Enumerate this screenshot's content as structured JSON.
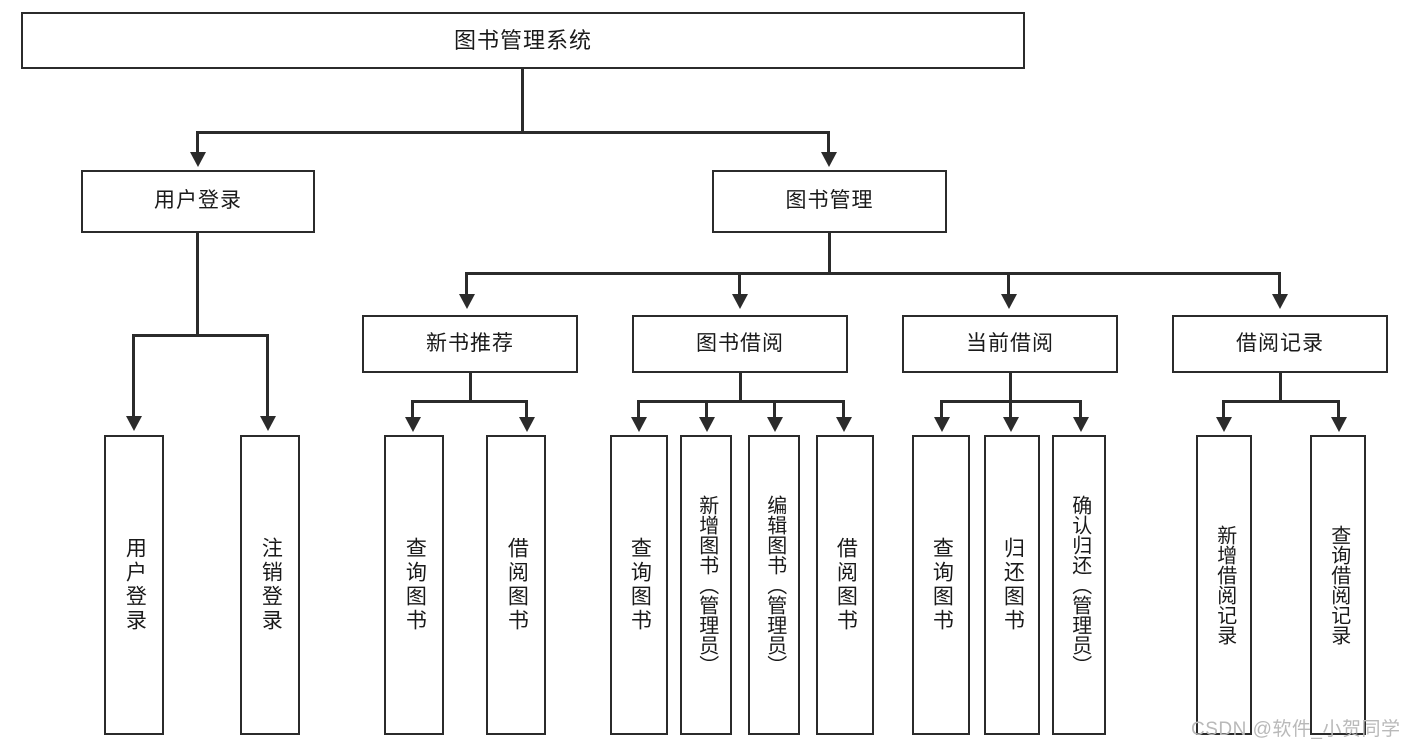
{
  "diagram": {
    "title": "图书管理系统",
    "type": "tree-hierarchy-functional-structure",
    "root": {
      "label": "图书管理系统"
    },
    "level2": [
      {
        "label": "用户登录"
      },
      {
        "label": "图书管理"
      }
    ],
    "level3": [
      {
        "label": "新书推荐"
      },
      {
        "label": "图书借阅"
      },
      {
        "label": "当前借阅"
      },
      {
        "label": "借阅记录"
      }
    ],
    "leaves": {
      "user_login": [
        {
          "label": "用户登录"
        },
        {
          "label": "注销登录"
        }
      ],
      "new_book_recommend": [
        {
          "label": "查询图书"
        },
        {
          "label": "借阅图书"
        }
      ],
      "book_borrow": [
        {
          "label": "查询图书"
        },
        {
          "label": "新增图书（管理员）"
        },
        {
          "label": "编辑图书（管理员）"
        },
        {
          "label": "借阅图书"
        }
      ],
      "current_borrow": [
        {
          "label": "查询图书"
        },
        {
          "label": "归还图书"
        },
        {
          "label": "确认归还（管理员）"
        }
      ],
      "borrow_record": [
        {
          "label": "新增借阅记录"
        },
        {
          "label": "查询借阅记录"
        }
      ]
    }
  },
  "watermark": {
    "text": "CSDN @软件_小贺同学"
  },
  "colors": {
    "stroke": "#2b2b2b",
    "background": "#ffffff",
    "text": "#1a1a1a",
    "watermark": "#b9b9b9"
  }
}
